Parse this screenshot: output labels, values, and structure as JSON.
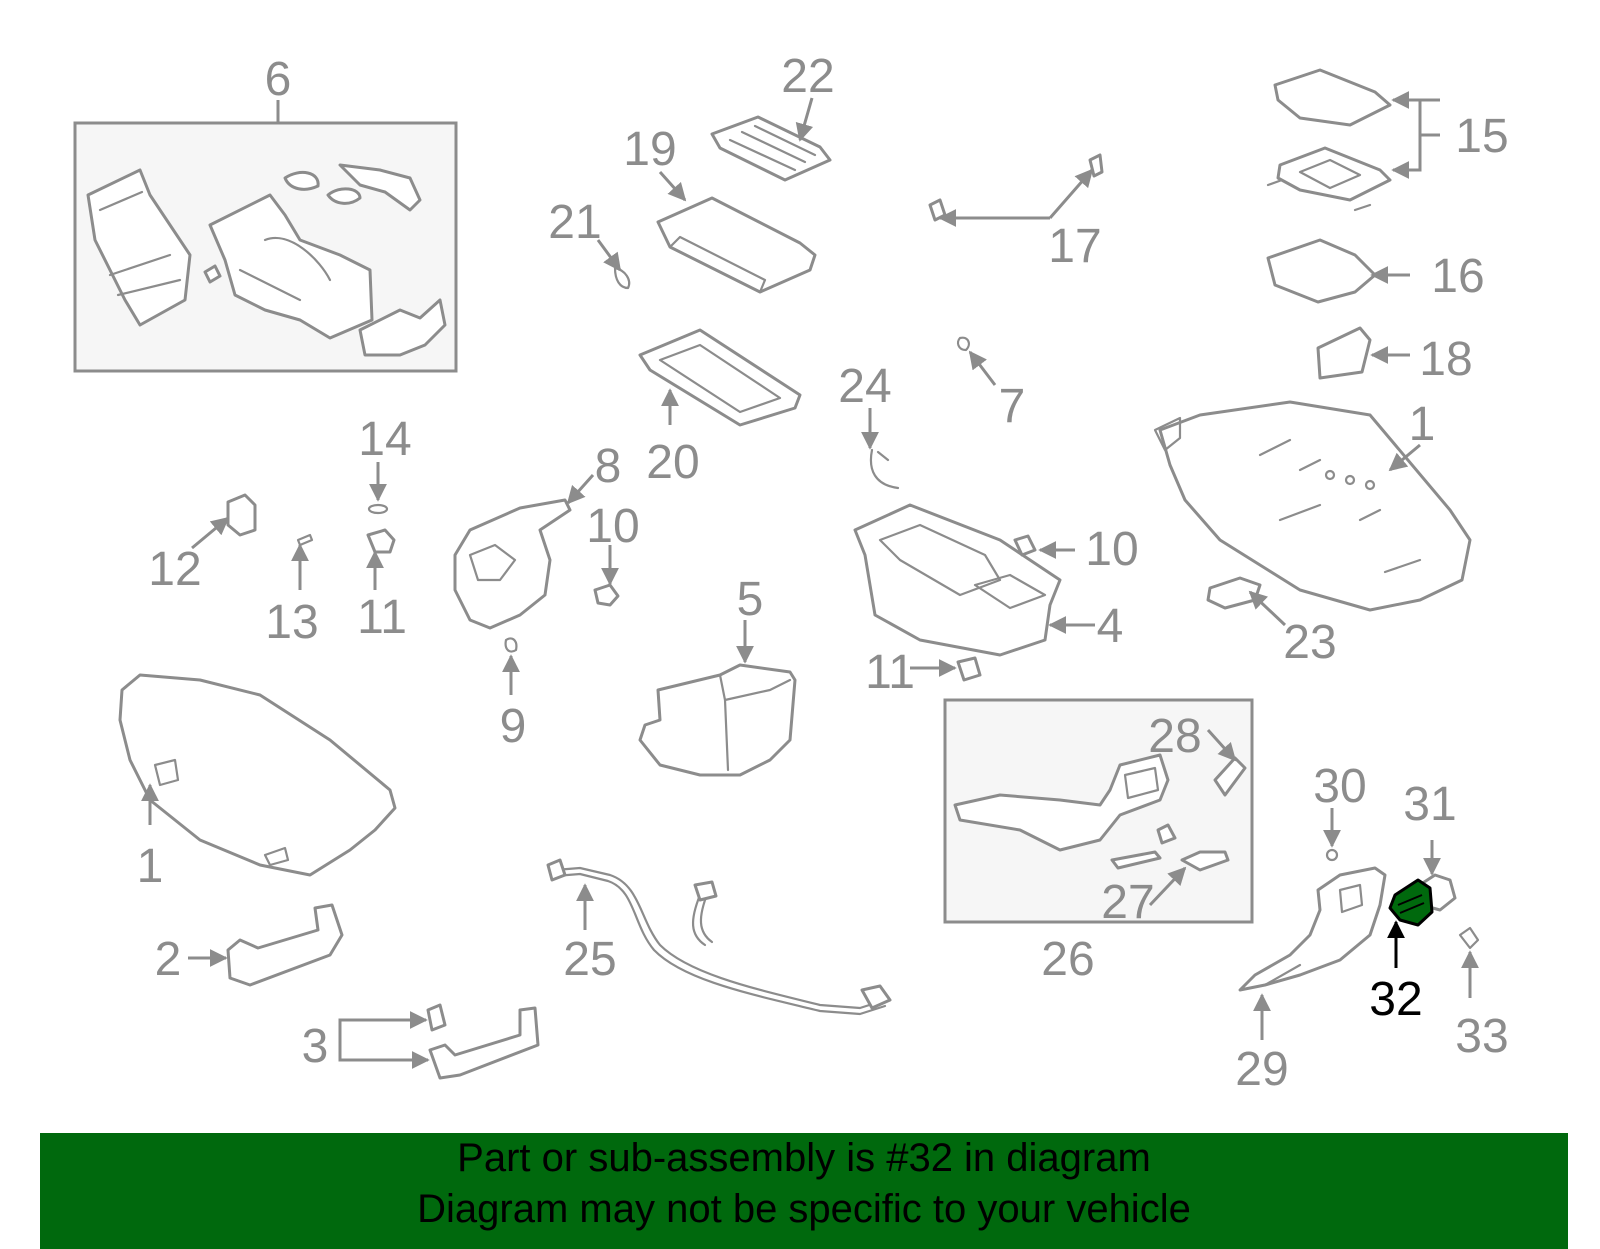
{
  "diagram": {
    "highlight_part": "32",
    "highlight_color": "#00690d",
    "callouts": {
      "c1a": "1",
      "c1b": "1",
      "c2": "2",
      "c3": "3",
      "c4": "4",
      "c5": "5",
      "c6": "6",
      "c7": "7",
      "c8": "8",
      "c9": "9",
      "c10a": "10",
      "c10b": "10",
      "c11a": "11",
      "c11b": "11",
      "c12": "12",
      "c13": "13",
      "c14": "14",
      "c15": "15",
      "c16": "16",
      "c17": "17",
      "c18": "18",
      "c19": "19",
      "c20": "20",
      "c21": "21",
      "c22": "22",
      "c23": "23",
      "c24": "24",
      "c25": "25",
      "c26": "26",
      "c27": "27",
      "c28": "28",
      "c29": "29",
      "c30": "30",
      "c31": "31",
      "c32": "32",
      "c33": "33"
    }
  },
  "banner": {
    "line1": "Part or sub-assembly is #32 in diagram",
    "line2": "Diagram may not be specific to your vehicle",
    "color": "#00690d"
  }
}
